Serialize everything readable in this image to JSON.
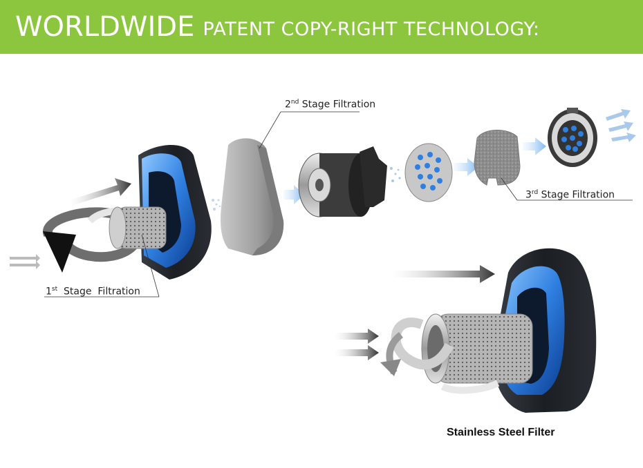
{
  "banner": {
    "title_big": "WORLDWIDE",
    "title_small": "PATENT COPY-RIGHT TECHNOLOGY:",
    "color": "#8cc63f"
  },
  "labels": {
    "stage1_num": "1",
    "stage1_sup": "st",
    "stage1_text": "Stage  Filtration",
    "stage2_num": "2",
    "stage2_sup": "nd",
    "stage2_text": "Stage Filtration",
    "stage3_num": "3",
    "stage3_sup": "rd",
    "stage3_text": "Stage Filtration"
  },
  "caption": "Stainless Steel Filter",
  "colors": {
    "accent_blue": "#2f7fe0",
    "dark_housing": "#1c1f24",
    "filter_gray": "#9a9a9a"
  }
}
